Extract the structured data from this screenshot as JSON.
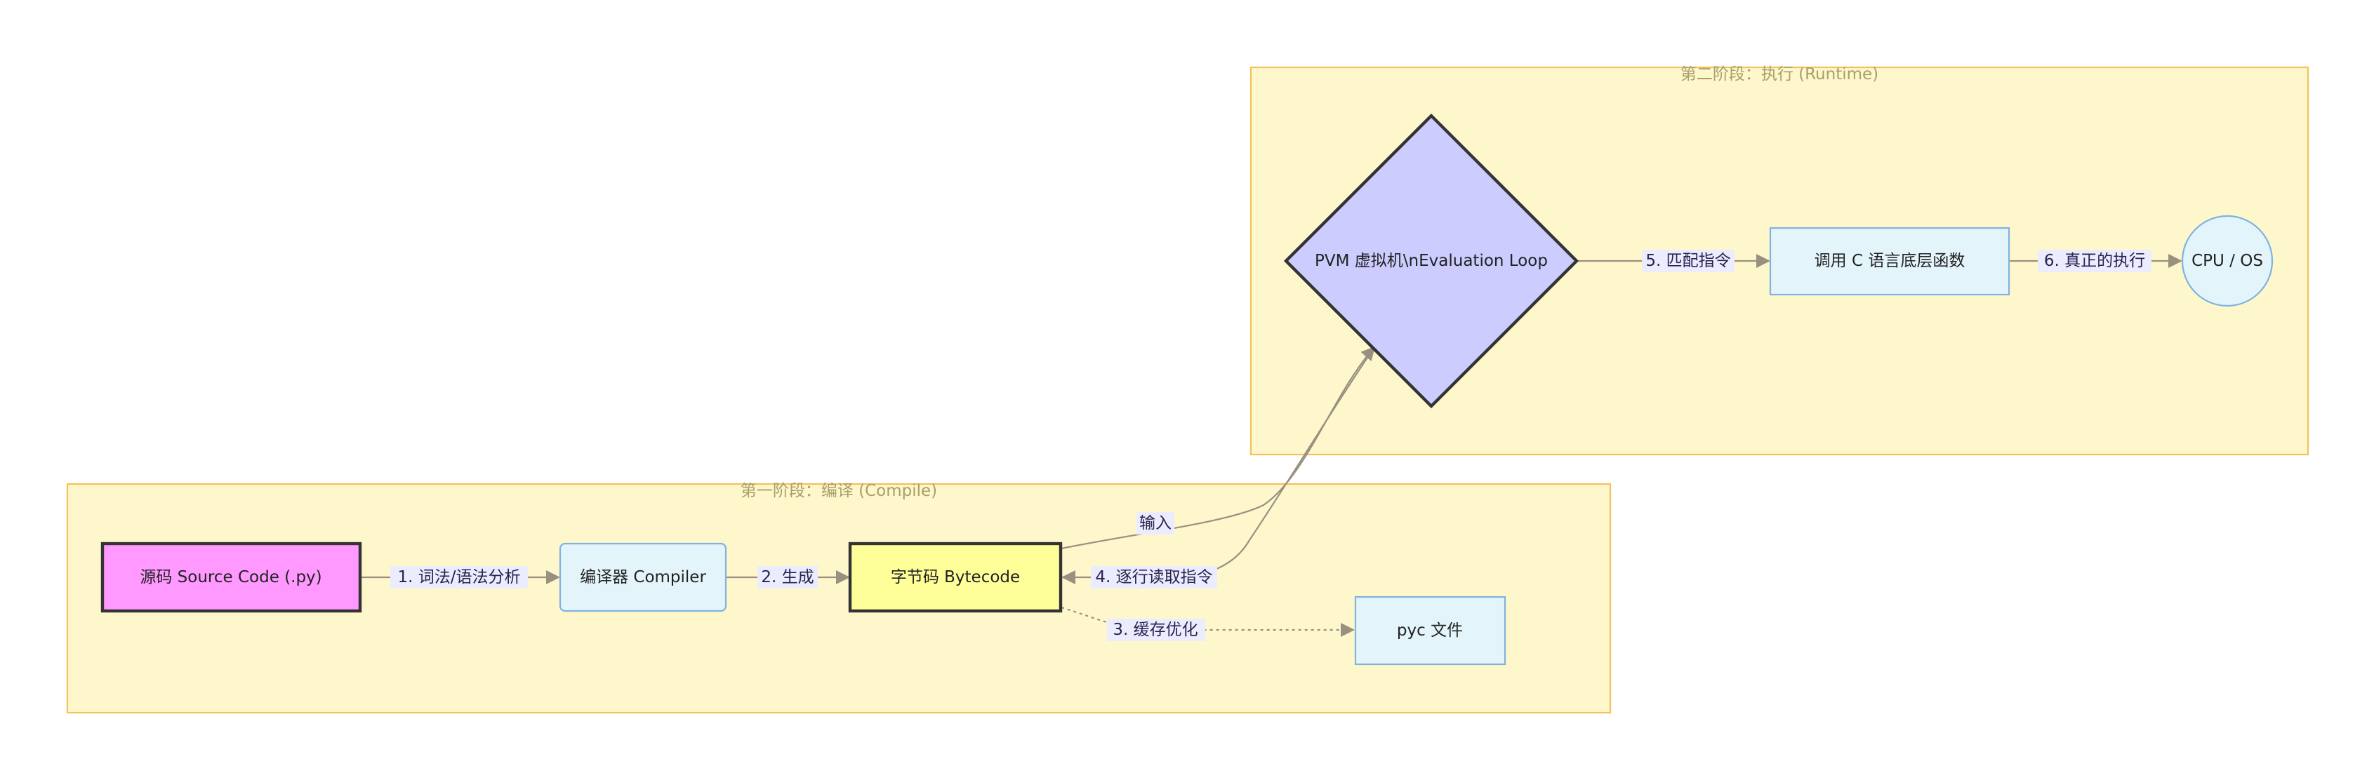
{
  "clusters": {
    "compile": {
      "title": "第一阶段：编译 (Compile)"
    },
    "runtime": {
      "title": "第二阶段：执行 (Runtime)"
    }
  },
  "nodes": {
    "source": {
      "label": "源码 Source Code (.py)",
      "fill": "#ff99ff",
      "stroke": "#333333"
    },
    "compiler": {
      "label": "编译器 Compiler",
      "fill": "#e4f4fb",
      "stroke": "#7fb3e0"
    },
    "bytecode": {
      "label": "字节码 Bytecode",
      "fill": "#ffff99",
      "stroke": "#333333"
    },
    "pyc": {
      "label": "pyc 文件",
      "fill": "#e4f4fb",
      "stroke": "#7fb3e0"
    },
    "pvm": {
      "label": "PVM 虚拟机\\nEvaluation Loop",
      "fill": "#ccccff",
      "stroke": "#333333"
    },
    "cfunc": {
      "label": "调用 C 语言底层函数",
      "fill": "#e4f4fb",
      "stroke": "#7fb3e0"
    },
    "cpu": {
      "label": "CPU / OS",
      "fill": "#e4f4fb",
      "stroke": "#7fb3e0"
    }
  },
  "edges": {
    "e1": "1. 词法/语法分析",
    "e2": "2. 生成",
    "e3": "3. 缓存优化",
    "e4": "4. 逐行读取指令",
    "input": "输入",
    "e5": "5. 匹配指令",
    "e6": "6. 真正的执行"
  }
}
